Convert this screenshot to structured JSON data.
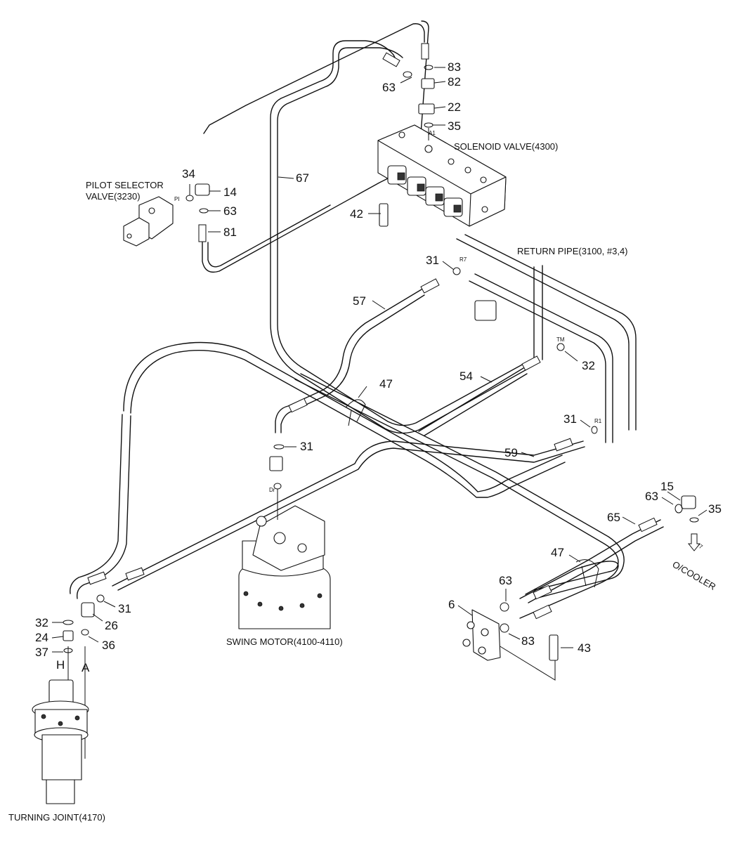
{
  "labels": {
    "pilot_selector_1": "PILOT SELECTOR",
    "pilot_selector_2": "VALVE(3230)",
    "solenoid_valve": "SOLENOID VALVE(4300)",
    "return_pipe": "RETURN PIPE(3100, #3,4)",
    "swing_motor": "SWING MOTOR(4100-4110)",
    "turning_joint": "TURNING JOINT(4170)",
    "oil_cooler": "O/COOLER"
  },
  "port_marks": {
    "pi": "PI",
    "a1": "A1",
    "r7": "R7",
    "tm": "TM",
    "r1": "R1",
    "dr": "Dr",
    "r7b": "r7",
    "h": "H",
    "a": "A"
  },
  "callouts": {
    "c83_top": "83",
    "c63_top": "63",
    "c82": "82",
    "c22": "22",
    "c35_top": "35",
    "c34": "34",
    "c14": "14",
    "c63_left": "63",
    "c81": "81",
    "c67": "67",
    "c42": "42",
    "c31_r7": "31",
    "c57": "57",
    "c32_tm": "32",
    "c47_mid": "47",
    "c54": "54",
    "c31_r1": "31",
    "c59": "59",
    "c31_mid": "31",
    "c15": "15",
    "c63_right": "63",
    "c35_right": "35",
    "c65": "65",
    "c47_right": "47",
    "c63_bracket": "63",
    "c6": "6",
    "c83_bracket": "83",
    "c43": "43",
    "c31_left": "31",
    "c32_left": "32",
    "c26": "26",
    "c24": "24",
    "c36": "36",
    "c37": "37"
  }
}
